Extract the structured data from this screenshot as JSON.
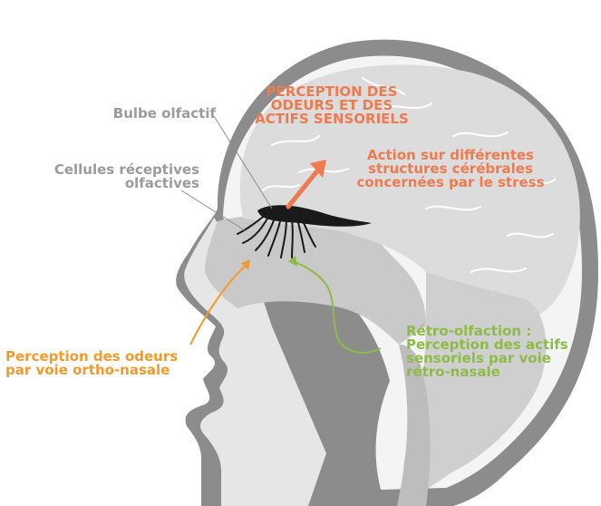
{
  "labels": {
    "bulbe": [
      "Bulbe olfactif"
    ],
    "cellules": [
      "Cellules réceptives",
      "olfactives"
    ],
    "perception_top": [
      "PERCEPTION DES",
      "ODEURS ET DES",
      "ACTIFS SENSORIELS"
    ],
    "action": [
      "Action sur différentes",
      "structures cérébrales",
      "concernées par le stress"
    ],
    "ortho": [
      "Perception des odeurs",
      "par voie ortho-nasale"
    ],
    "retro": [
      "Rétro-olfaction :",
      "Perception des actifs",
      "sensoriels par voie",
      "rétro-nasale"
    ]
  },
  "colors": {
    "grey_text": "#9b9b9b",
    "red": "#ee7a4f",
    "orange": "#f29a2b",
    "green": "#8dbb4a",
    "head_outline": "#8c8c8c",
    "brain_fill": "#dcdcdc",
    "light_fill": "#e3e3e3"
  },
  "icons": [
    "arrow-up-right-icon",
    "ortho-nasal-arrow-icon",
    "retro-nasal-arrow-icon"
  ]
}
